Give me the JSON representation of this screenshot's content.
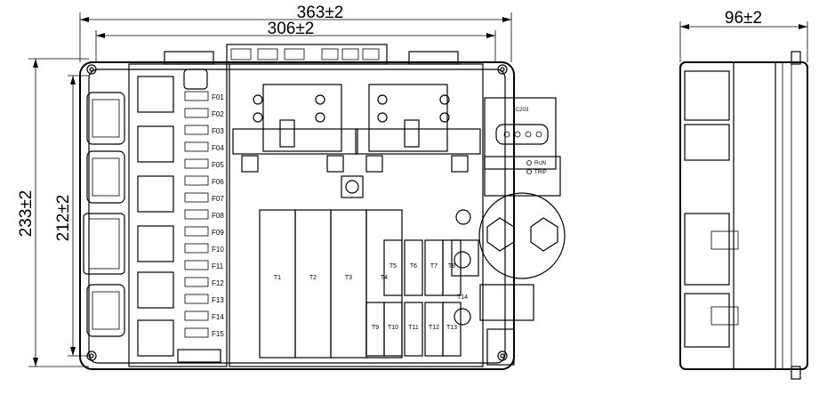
{
  "dimensions": {
    "overall_width": "363±2",
    "inner_width": "306±2",
    "overall_height": "233±2",
    "inner_height": "212±2",
    "side_depth": "96±2"
  },
  "fuses": [
    "F01",
    "F02",
    "F03",
    "F04",
    "F05",
    "F06",
    "F07",
    "F08",
    "F09",
    "F10",
    "F11",
    "F12",
    "F13",
    "F14",
    "F15"
  ],
  "relays": [
    "T1",
    "T2",
    "T3",
    "T4",
    "T5",
    "T6",
    "T7",
    "T8",
    "T9",
    "T10",
    "T11",
    "T12",
    "T13"
  ],
  "fusible_link": "T14",
  "status_labels": {
    "run": "RUN",
    "trip": "TRIP",
    "connector": "C203"
  }
}
